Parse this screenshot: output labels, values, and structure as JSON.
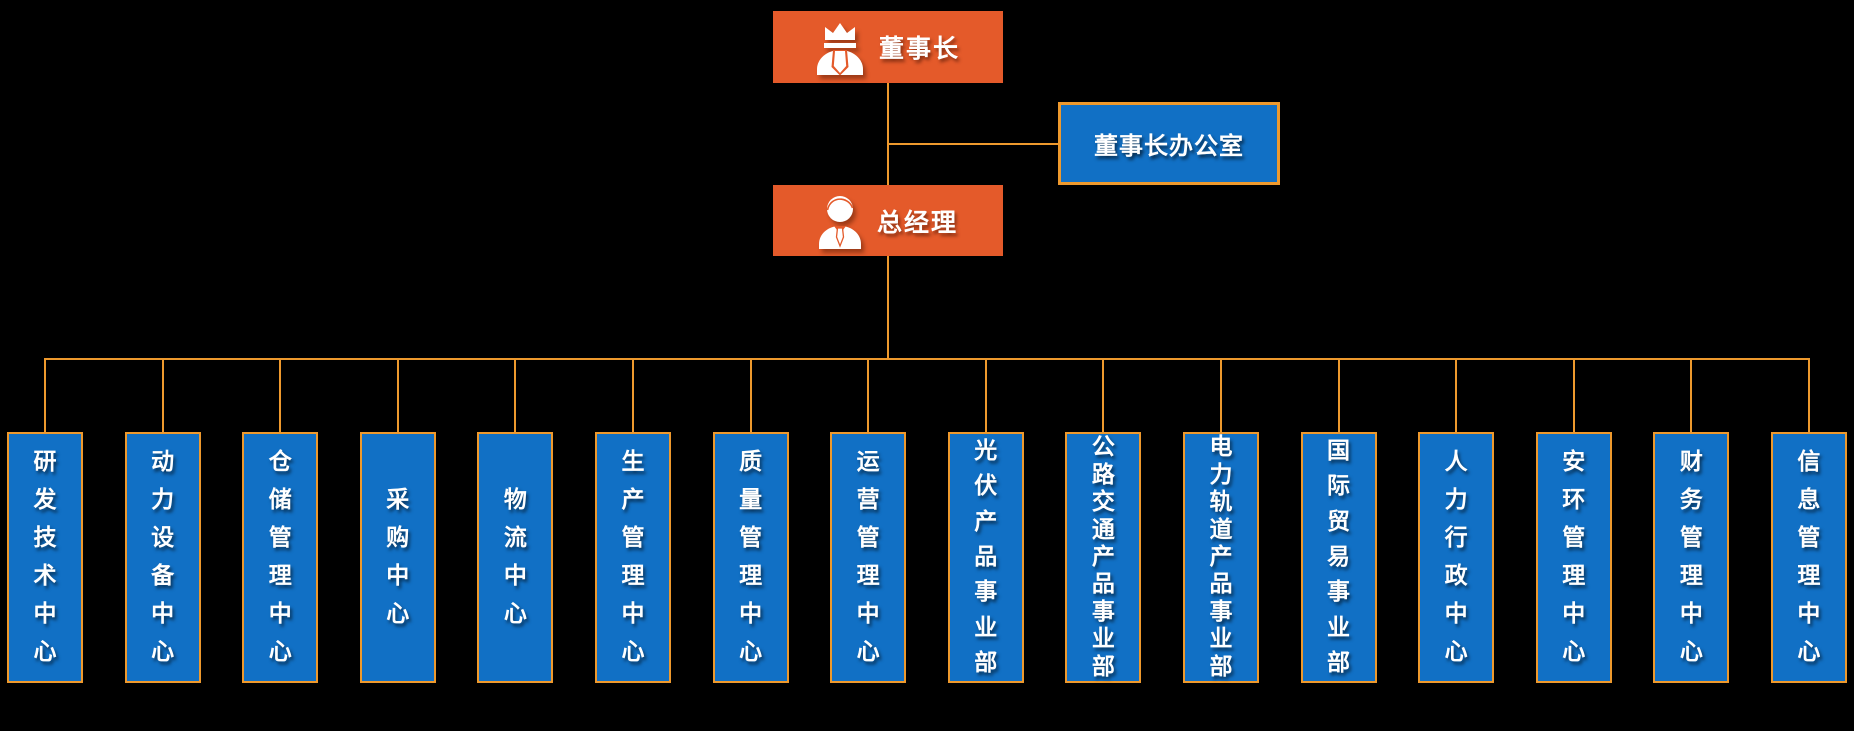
{
  "org_chart": {
    "chairman": {
      "label": "董事长",
      "icon": "crown-person-icon"
    },
    "chairman_office": {
      "label": "董事长办公室"
    },
    "general_manager": {
      "label": "总经理",
      "icon": "business-person-icon"
    },
    "departments": [
      "研发技术中心",
      "动力设备中心",
      "仓储管理中心",
      "采购中心",
      "物流中心",
      "生产管理中心",
      "质量管理中心",
      "运营管理中心",
      "光伏产品事业部",
      "公路交通产品事业部",
      "电力轨道产品事业部",
      "国际贸易事业部",
      "人力行政中心",
      "安环管理中心",
      "财务管理中心",
      "信息管理中心"
    ]
  },
  "colors": {
    "background": "#000000",
    "executive_box": "#E45A2A",
    "department_box": "#1170C5",
    "connector_line": "#EE992D",
    "text": "#FFFFFF"
  }
}
